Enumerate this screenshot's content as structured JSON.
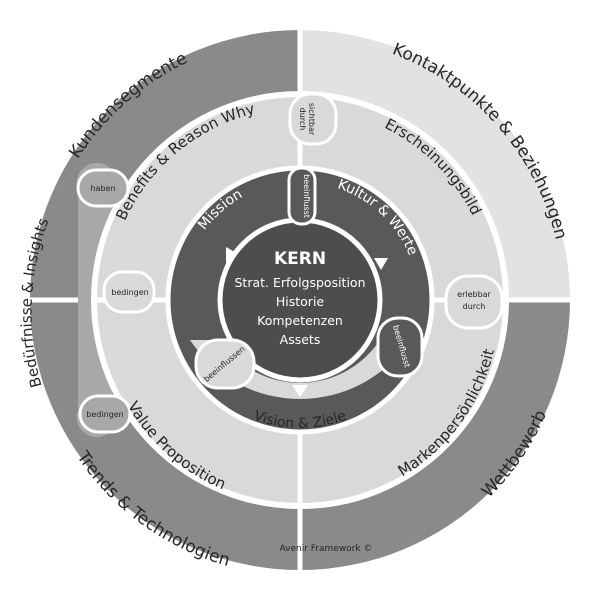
{
  "colors": {
    "background": "#ffffff",
    "outer_dark": "#8a8a8a",
    "outer_light": "#e2e2e2",
    "middle_fill": "#d9d9d9",
    "ring_border": "#ffffff",
    "inner_dark": "#595959",
    "core": "#4d4d4d",
    "text_dark": "#262626",
    "text_light": "#ffffff"
  },
  "outer_ring": {
    "segments": [
      {
        "label": "Kundensegmente",
        "shade": "dark"
      },
      {
        "label": "Kontaktpunkte & Beziehungen",
        "shade": "light"
      },
      {
        "label": "Wettbewerb",
        "shade": "dark"
      },
      {
        "label": "Trends & Technologien",
        "shade": "dark"
      }
    ],
    "side_label": "Bedürfnisse & Insights",
    "connectors": {
      "haben": "haben",
      "bedingen": "bedingen"
    }
  },
  "middle_ring": {
    "segments": [
      {
        "label": "Benefits & Reason Why"
      },
      {
        "label": "Erscheinungsbild"
      },
      {
        "label": "Markenpersönlichkeit"
      },
      {
        "label": "Value Proposition"
      }
    ],
    "connectors": {
      "sichtbar_durch": [
        "sichtbar",
        "durch"
      ],
      "erlebbar_durch": [
        "erlebbar",
        "durch"
      ],
      "bedingen": "bedingen"
    }
  },
  "inner_ring": {
    "segments": [
      {
        "label": "Mission"
      },
      {
        "label": "Kultur & Werte"
      },
      {
        "label": "Vision & Ziele"
      }
    ],
    "connectors": {
      "beeinflusst_top": "beeinflusst",
      "beeinflusst_right": "beeinflusst",
      "beeinflussen": "beeinflussen"
    }
  },
  "core": {
    "title": "KERN",
    "lines": [
      "Strat. Erfolgsposition",
      "Historie",
      "Kompetenzen",
      "Assets"
    ]
  },
  "copyright": "Avenir Framework ©"
}
